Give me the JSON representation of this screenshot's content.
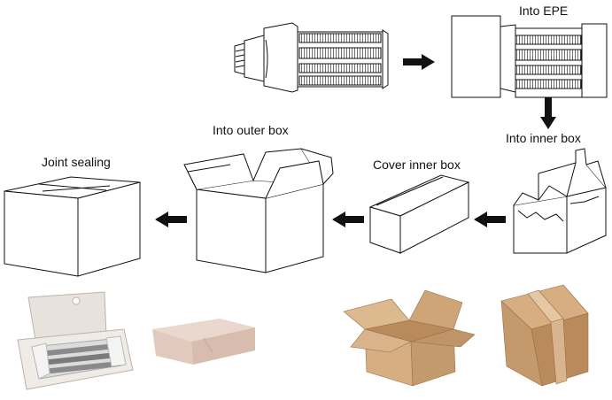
{
  "steps": {
    "into_epe": "Into EPE",
    "into_inner_box": "Into inner box",
    "cover_inner_box": "Cover inner box",
    "into_outer_box": "Into outer box",
    "joint_sealing": "Joint sealing"
  },
  "colors": {
    "line": "#111111",
    "arrow": "#111111",
    "cardboard_light": "#d9b48a",
    "cardboard_mid": "#c49a6c",
    "cardboard_dark": "#a87c50",
    "pink_box": "#e9d2c8",
    "foam": "#eeeeee"
  }
}
